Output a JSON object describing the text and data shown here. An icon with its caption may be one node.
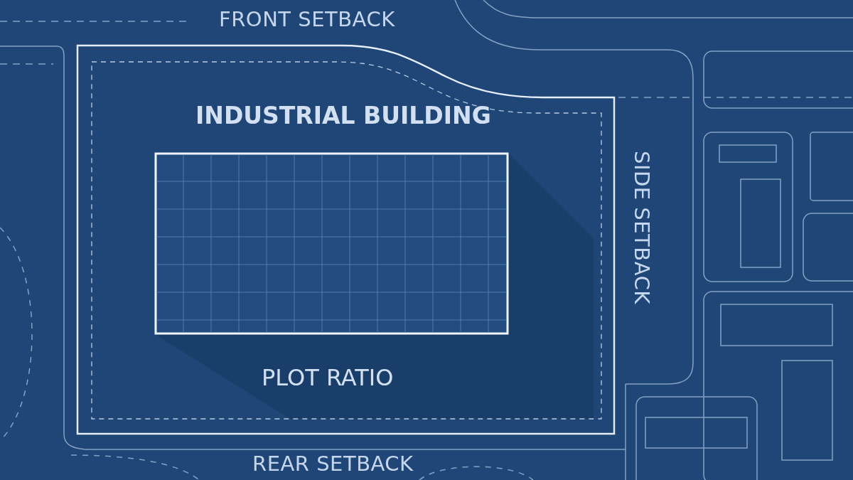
{
  "diagram": {
    "nodes": [
      {
        "text": [
          "INDUSTRIAL BUILDING",
          "PLOT RATIO"
        ]
      },
      {
        "text": [],
        "shape": "box",
        "in": 0
      }
    ],
    "labels": [
      "FRONT SETBACK",
      "SIDE SETBACK",
      "REAR SETBACK"
    ]
  }
}
